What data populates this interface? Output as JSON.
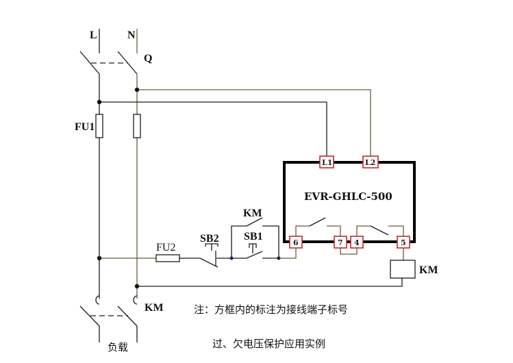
{
  "diagram": {
    "title": "过、欠电压保护应用实例",
    "note": "注：方框内的标注为接线端子标号",
    "device_model": "EVR-GHLC-500",
    "labels": {
      "line": "L",
      "neutral": "N",
      "main_switch": "Q",
      "fuse1": "FU1",
      "fuse2": "FU2",
      "stop_button": "SB2",
      "start_button": "SB1",
      "holding_contact": "KM",
      "coil": "KM",
      "main_contactor": "KM",
      "load": "负载"
    },
    "terminals": {
      "l1": "L1",
      "l2": "L2",
      "t6": "6",
      "t7": "7",
      "t4": "4",
      "t5": "5"
    },
    "colors": {
      "terminal_border": "#c0282d",
      "wire": "#1a1a1a",
      "neutral_wire": "#6b5a3a",
      "frame": "#000000"
    }
  }
}
